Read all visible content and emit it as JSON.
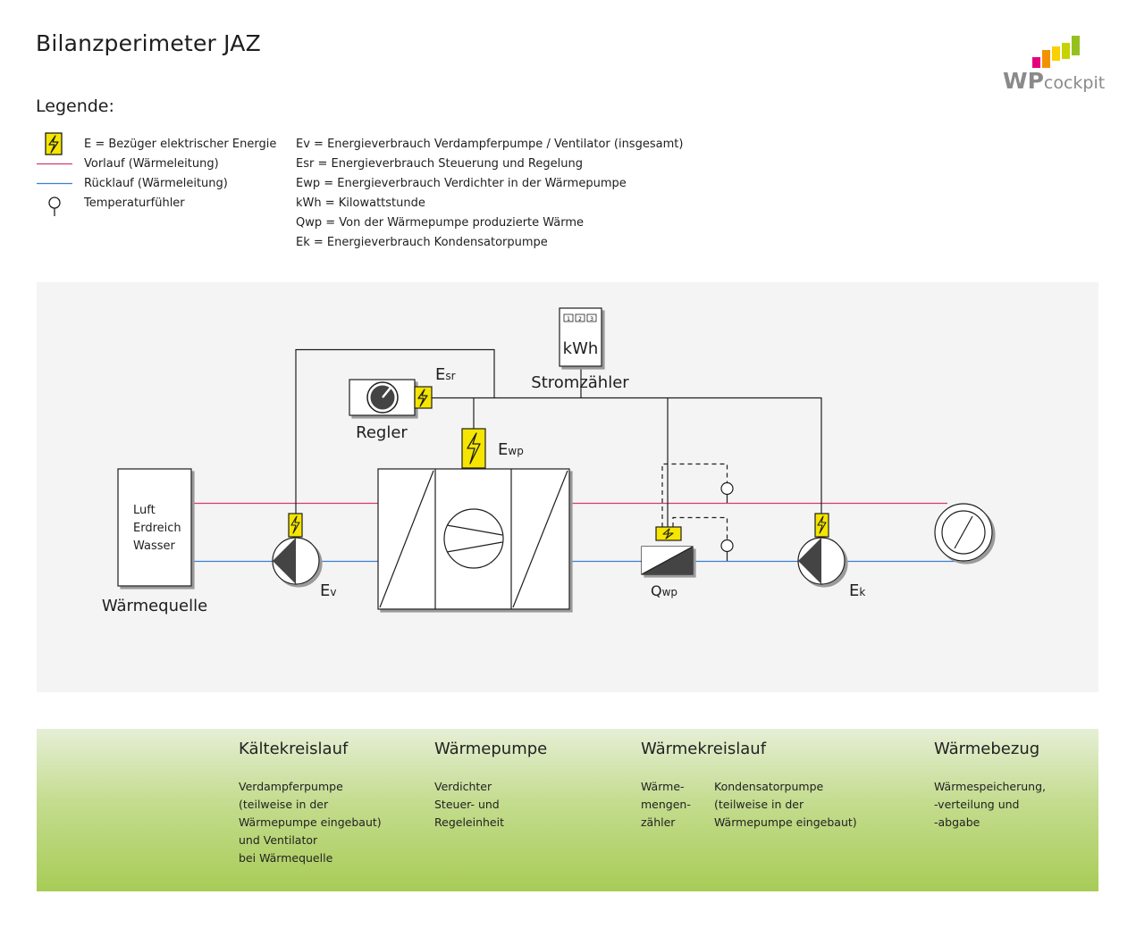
{
  "title": "Bilanzperimeter JAZ",
  "legend": {
    "heading": "Legende:",
    "left": [
      {
        "symbol": "lightning-icon",
        "text": "E = Bezüger elektrischer Energie"
      },
      {
        "symbol": "vorlauf-line",
        "text": "Vorlauf (Wärmeleitung)"
      },
      {
        "symbol": "ruecklauf-line",
        "text": "Rücklauf (Wärmeleitung)"
      },
      {
        "symbol": "temperature-sensor-icon",
        "text": "Temperaturfühler"
      }
    ],
    "right": [
      "Ev = Energieverbrauch Verdampferpumpe / Ventilator (insgesamt)",
      "Esr = Energieverbrauch Steuerung und Regelung",
      "Ewp = Energieverbrauch Verdichter in der Wärmepumpe",
      "kWh = Kilowattstunde",
      "Qwp = Von der Wärmepumpe produzierte Wärme",
      "Ek = Energieverbrauch Kondensatorpumpe"
    ]
  },
  "logo": {
    "wp": "WP",
    "cockpit": "cockpit"
  },
  "diagram": {
    "source_lines": [
      "Luft",
      "Erdreich",
      "Wasser"
    ],
    "source_label": "Wärmequelle",
    "regler_label": "Regler",
    "meter_display": "kWh",
    "meter_digits": [
      "1",
      "2",
      "3"
    ],
    "meter_label": "Stromzähler",
    "e_sr": {
      "main": "E",
      "sub": "sr"
    },
    "e_wp": {
      "main": "E",
      "sub": "wp"
    },
    "e_v": {
      "main": "E",
      "sub": "v"
    },
    "q_wp": {
      "main": "Q",
      "sub": "wp"
    },
    "e_k": {
      "main": "E",
      "sub": "k"
    }
  },
  "colors": {
    "vorlauf": "#d33a74",
    "ruecklauf": "#3a7fd0",
    "lightning": "#f5e500",
    "panel": "#f4f4f4",
    "logo_bars": [
      "#e6007e",
      "#f39200",
      "#fbd000",
      "#c6d300",
      "#95c11f"
    ]
  },
  "columns": [
    {
      "title": "Kältekreislauf",
      "text": "Verdampferpumpe\n(teilweise in der\nWärmepumpe eingebaut)\nund Ventilator\nbei Wärmequelle"
    },
    {
      "title": "Wärmepumpe",
      "text": "Verdichter\nSteuer- und\nRegeleinheit"
    },
    {
      "title": "Wärmekreislauf",
      "text": "Wärme-\nmengen-\nzähler"
    },
    {
      "title": "",
      "text": "Kondensatorpumpe\n(teilweise in der\nWärmepumpe eingebaut)"
    },
    {
      "title": "Wärmebezug",
      "text": "Wärmespeicherung,\n-verteilung und\n-abgabe"
    }
  ]
}
